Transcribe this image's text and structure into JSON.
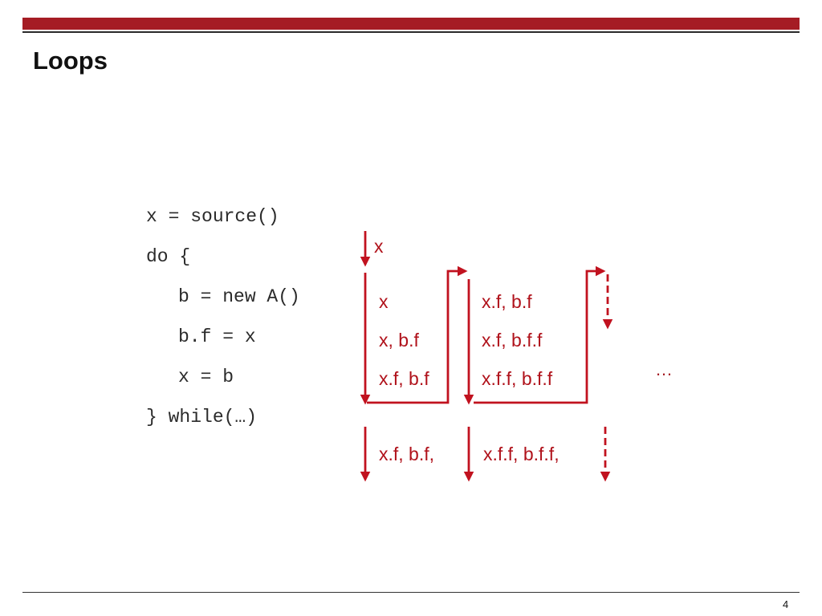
{
  "slide": {
    "title": "Loops",
    "page_number": "4"
  },
  "code": {
    "line1": "x = source()",
    "line2": "do {",
    "line3": "b = new A()",
    "line4": "b.f = x",
    "line5": "x = b",
    "line6": "} while(…)"
  },
  "labels": {
    "entry": "x",
    "iter1": [
      "x",
      "x, b.f",
      "x.f, b.f"
    ],
    "iter2": [
      "x.f, b.f",
      "x.f, b.f.f",
      "x.f.f, b.f.f"
    ],
    "exit1": "x.f, b.f,",
    "exit2": "x.f.f, b.f.f,",
    "continuation": "…"
  },
  "colors": {
    "accent": "#a51c24",
    "arrow": "#c1121f",
    "label": "#b0121b"
  }
}
